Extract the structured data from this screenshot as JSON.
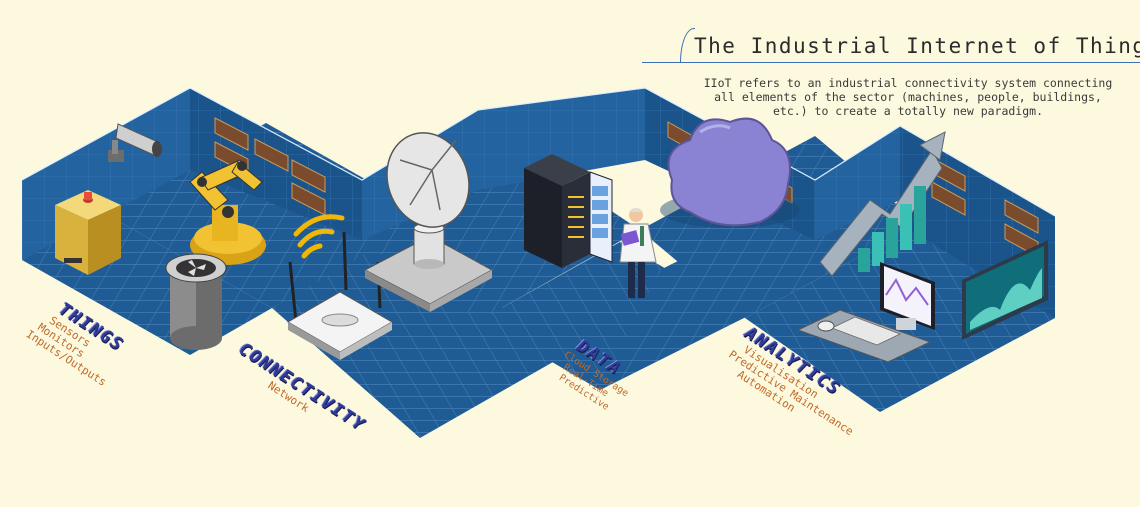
{
  "title": "The Industrial Internet of Things",
  "subtitle": "IIoT refers to an industrial connectivity system connecting\nall elements of the sector (machines, people, buildings,\netc.) to create a totally new paradigm.",
  "segments": [
    {
      "heading": "THINGS",
      "items": [
        "Sensors",
        "Monitors",
        "Inputs/Outputs"
      ]
    },
    {
      "heading": "CONNECTIVITY",
      "items": [
        "Network"
      ]
    },
    {
      "heading": "DATA",
      "items": [
        "Cloud Storage",
        "Real-Time",
        "Predictive"
      ]
    },
    {
      "heading": "ANALYTICS",
      "items": [
        "Visualisation",
        "Predictive Maintenance",
        "Automation"
      ]
    }
  ],
  "colors": {
    "background": "#fdf9df",
    "floor": "#1f5c95",
    "wall": "#23639f",
    "grid": "#5b8fc2",
    "heading": "#2f3d9a",
    "items": "#c06a28",
    "rule": "#3d6fb6"
  },
  "icons": [
    "camera-icon",
    "alarm-box-icon",
    "robot-arm-icon",
    "fan-cylinder-icon",
    "wifi-icon",
    "router-icon",
    "satellite-dish-icon",
    "server-rack-icon",
    "engineer-icon",
    "cloud-icon",
    "growth-chart-icon",
    "monitor-icon",
    "keyboard-icon",
    "mouse-icon",
    "wall-screen-icon"
  ]
}
